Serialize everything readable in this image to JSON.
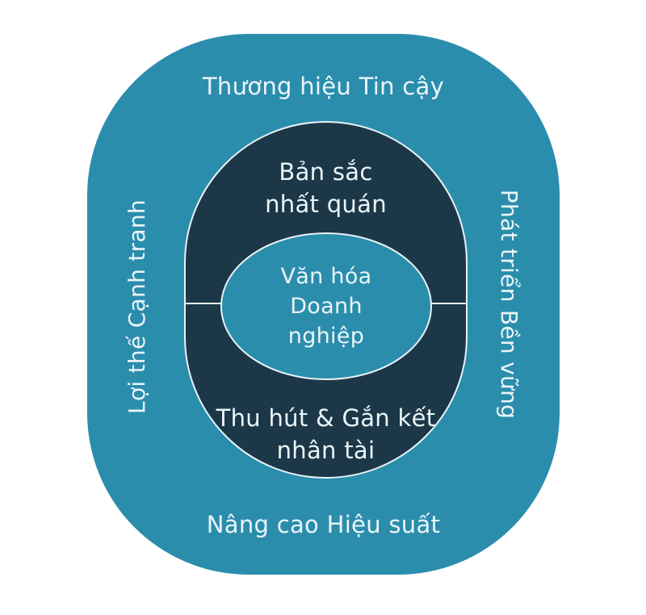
{
  "diagram": {
    "title_semantic": "corporate-culture-concentric-diagram",
    "outer_ring": {
      "top": "Thương hiệu Tin cậy",
      "right": "Phát triển Bền vững",
      "bottom": "Nâng cao Hiệu suất",
      "left": "Lợi thế Cạnh tranh"
    },
    "inner_ring": {
      "top": "Bản sắc\nnhất quán",
      "bottom": "Thu hút & Gắn kết\nnhân tài"
    },
    "center": {
      "label": "Văn hóa\nDoanh\nnghiệp"
    },
    "colors": {
      "teal": "#2B8DAC",
      "navy": "#1C3848",
      "outline": "#E9F2F5",
      "text": "#EAF5F8",
      "background": "#FFFFFF"
    }
  }
}
